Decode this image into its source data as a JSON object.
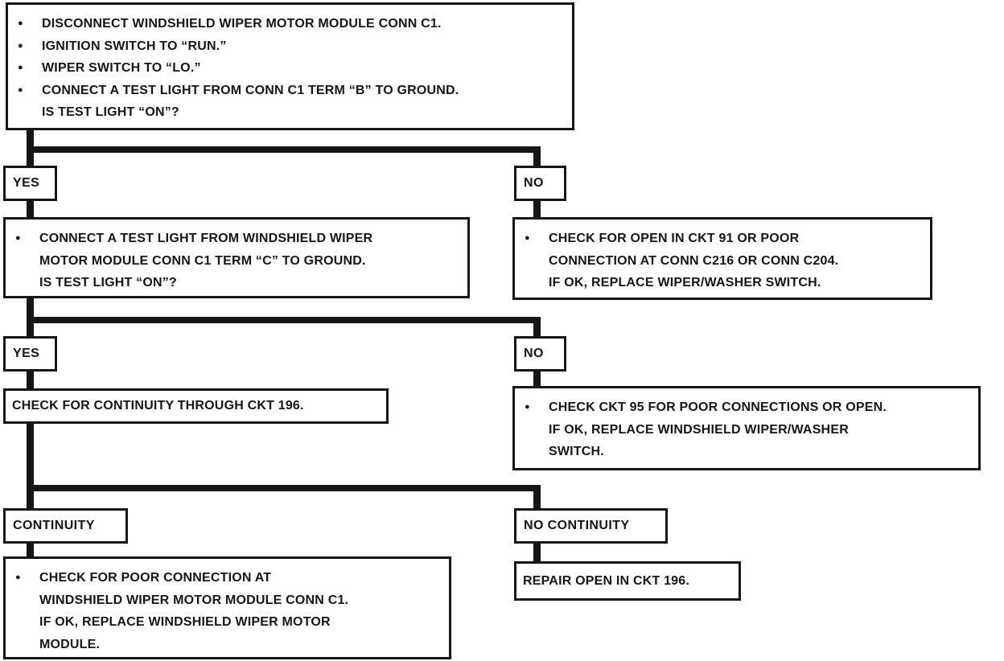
{
  "bullet_glyph": "●",
  "start": {
    "l1": "DISCONNECT WINDSHIELD WIPER MOTOR MODULE CONN C1.",
    "l2": "IGNITION SWITCH TO “RUN.”",
    "l3": "WIPER SWITCH TO “LO.”",
    "l4": "CONNECT A TEST LIGHT FROM CONN C1 TERM “B” TO GROUND.",
    "l5": "IS TEST LIGHT “ON”?"
  },
  "branch1": {
    "yes": "YES",
    "no": "NO",
    "yes_action": {
      "l1": "CONNECT A TEST LIGHT FROM WINDSHIELD WIPER",
      "l2": "MOTOR MODULE CONN C1 TERM “C” TO GROUND.",
      "l3": "IS TEST LIGHT “ON”?"
    },
    "no_action": {
      "l1": "CHECK FOR OPEN IN CKT 91 OR POOR",
      "l2": "CONNECTION AT CONN C216 OR CONN C204.",
      "l3": "IF OK, REPLACE WIPER/WASHER SWITCH."
    }
  },
  "branch2": {
    "yes": "YES",
    "no": "NO",
    "yes_action": {
      "l1": "CHECK FOR CONTINUITY THROUGH CKT 196."
    },
    "no_action": {
      "l1": "CHECK CKT 95 FOR POOR CONNECTIONS OR OPEN.",
      "l2": "IF OK, REPLACE WINDSHIELD WIPER/WASHER",
      "l3": "SWITCH."
    }
  },
  "branch3": {
    "continuity": "CONTINUITY",
    "no_continuity": "NO CONTINUITY",
    "continuity_action": {
      "l1": "CHECK FOR POOR CONNECTION AT",
      "l2": "WINDSHIELD WIPER MOTOR MODULE CONN C1.",
      "l3": "IF OK, REPLACE WINDSHIELD WIPER MOTOR",
      "l4": "MODULE."
    },
    "no_continuity_action": {
      "l1": "REPAIR OPEN IN CKT 196."
    }
  },
  "colors": {
    "ink": "#161616",
    "paper": "#ffffff"
  }
}
